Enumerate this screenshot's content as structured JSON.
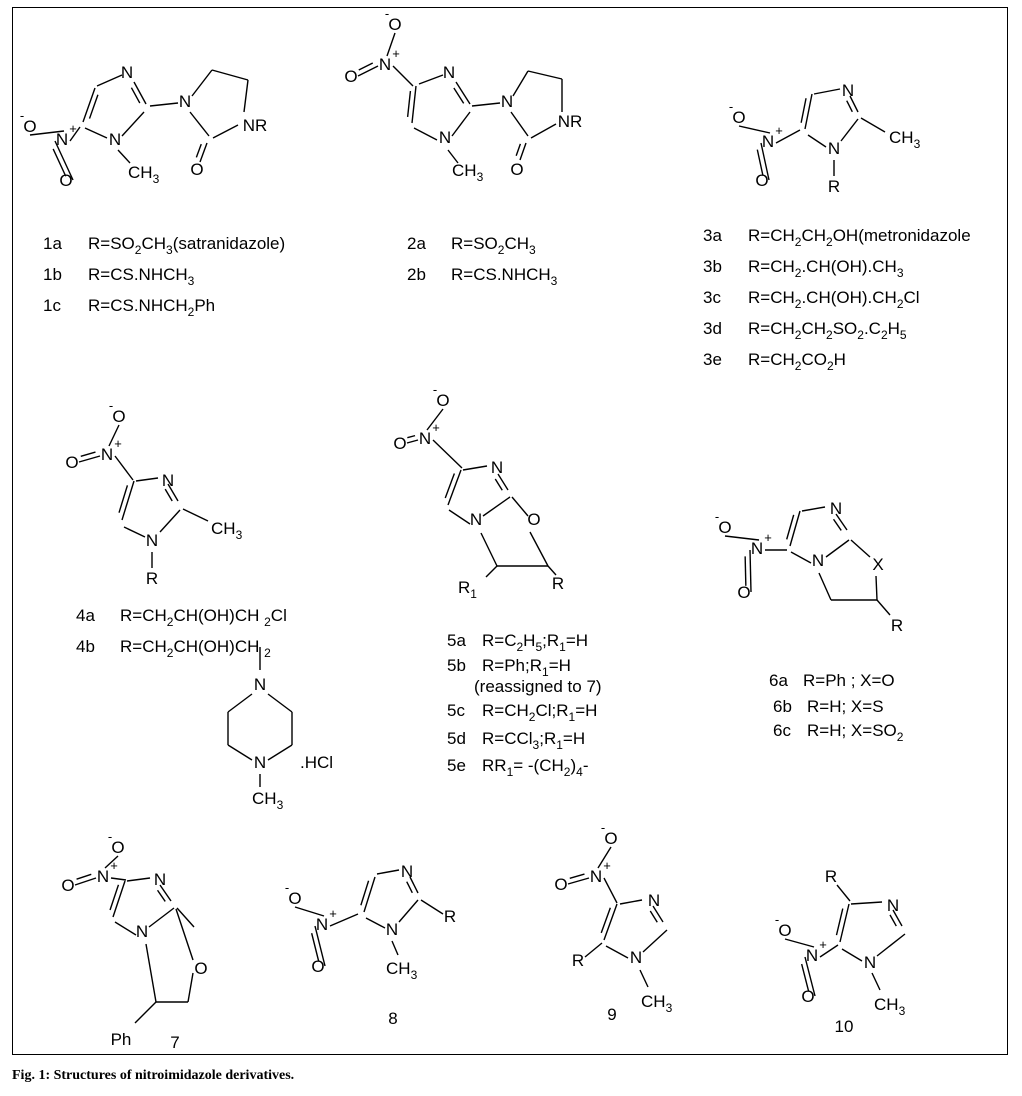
{
  "caption": "Fig. 1: Structures of nitroimidazole derivatives.",
  "atoms": {
    "N": "N",
    "O": "O",
    "X": "X",
    "R": "R",
    "R1_main": "R",
    "R1_sub": "1",
    "Ph": "Ph",
    "CH3_main": "CH",
    "CH3_sub": "3",
    "NR": "NR",
    "charge_plus": "+",
    "charge_minus": "-",
    "HCl": ".HCl"
  },
  "compound_numbers": {
    "c7": "7",
    "c8": "8",
    "c9": "9",
    "c10": "10"
  },
  "groups": {
    "g1": [
      {
        "id": "1a",
        "parts": [
          "R=SO",
          "2",
          "CH",
          "3",
          "(satranidazole)"
        ]
      },
      {
        "id": "1b",
        "parts": [
          "R=CS.NHCH",
          "3"
        ]
      },
      {
        "id": "1c",
        "parts": [
          "R=CS.NHCH",
          "2",
          "Ph"
        ]
      }
    ],
    "g2": [
      {
        "id": "2a",
        "parts": [
          "R=SO",
          "2",
          "CH",
          "3"
        ]
      },
      {
        "id": "2b",
        "parts": [
          "R=CS.NHCH",
          "3"
        ]
      }
    ],
    "g3": [
      {
        "id": "3a",
        "parts": [
          "R=CH",
          "2",
          "CH",
          "2",
          "OH(metronidazole"
        ]
      },
      {
        "id": "3b",
        "parts": [
          "R=CH",
          "2",
          ".CH(OH).CH",
          "3"
        ]
      },
      {
        "id": "3c",
        "parts": [
          "R=CH",
          "2",
          ".CH(OH).CH",
          "2",
          "Cl"
        ]
      },
      {
        "id": "3d",
        "parts": [
          "R=CH",
          "2",
          "CH",
          "2",
          "SO",
          "2",
          ".C",
          "2",
          "H",
          "5"
        ]
      },
      {
        "id": "3e",
        "parts": [
          "R=CH",
          "2",
          "CO",
          "2",
          "H"
        ]
      }
    ],
    "g4": [
      {
        "id": "4a",
        "parts": [
          "R=CH",
          "2",
          "CH(OH)CH ",
          "2",
          "Cl"
        ]
      },
      {
        "id": "4b",
        "parts": [
          "R=CH",
          "2",
          "CH(OH)CH ",
          "2"
        ]
      }
    ],
    "g5": [
      {
        "id": "5a",
        "parts": [
          "R=C",
          "2",
          "H",
          "5",
          ";R",
          "1",
          "=H"
        ]
      },
      {
        "id": "5b",
        "parts": [
          "R=Ph;R",
          "1",
          "=H"
        ]
      },
      {
        "id": "5b_note",
        "parts": [
          "(reassigned to 7)"
        ]
      },
      {
        "id": "5c",
        "parts": [
          "R=CH",
          "2",
          "Cl;R",
          "1",
          "=H"
        ]
      },
      {
        "id": "5d",
        "parts": [
          "R=CCl",
          "3",
          ";R",
          "1",
          "=H"
        ]
      },
      {
        "id": "5e",
        "parts": [
          "RR",
          "1",
          "= -(CH",
          "2",
          ")",
          "4",
          "-"
        ]
      }
    ],
    "g6": [
      {
        "id": "6a",
        "parts": [
          "R=Ph ; X=O"
        ]
      },
      {
        "id": "6b",
        "parts": [
          "R=H; X=S"
        ]
      },
      {
        "id": "6c",
        "parts": [
          "R=H; X=SO",
          "2"
        ]
      }
    ]
  }
}
